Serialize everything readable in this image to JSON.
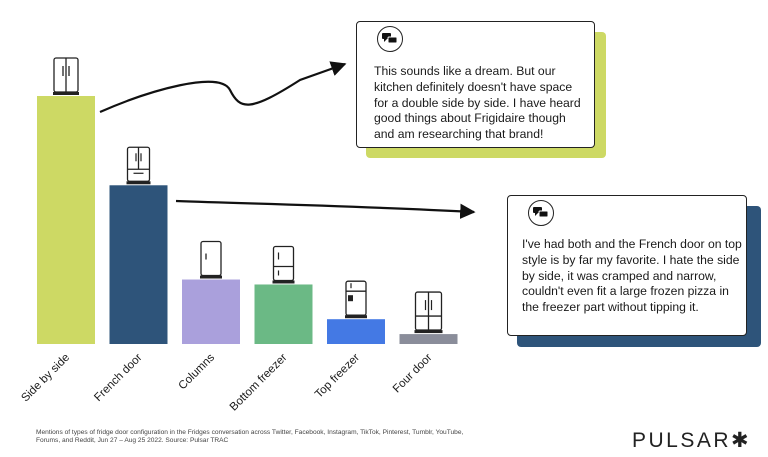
{
  "chart_data": {
    "type": "bar",
    "categories": [
      "Side by side",
      "French door",
      "Columns",
      "Bottom freezer",
      "Top freezer",
      "Four door"
    ],
    "values": [
      100,
      64,
      26,
      24,
      10,
      4
    ],
    "colors": [
      "#cdd964",
      "#2e547a",
      "#aaa0dc",
      "#6bb985",
      "#4479e4",
      "#8a8d9a"
    ],
    "icons": [
      "side-by-side-fridge-icon",
      "french-door-fridge-icon",
      "column-fridge-icon",
      "bottom-freezer-fridge-icon",
      "top-freezer-fridge-icon",
      "four-door-fridge-icon"
    ],
    "ylim": [
      0,
      100
    ],
    "grid": false,
    "title": "",
    "xlabel": "",
    "ylabel": ""
  },
  "quotes": [
    {
      "icon": "chat-bubbles-icon",
      "text": "This sounds like a dream. But our kitchen definitely doesn't have space for a double side by side. I have heard good things about Frigidaire though and am researching that brand!",
      "shadow_color": "#cdd964",
      "linked_category": "Side by side"
    },
    {
      "icon": "chat-bubbles-icon",
      "text": "I've had both and the French door on top style is by far my favorite. I hate the side by side, it was cramped and narrow, couldn't even fit a large frozen pizza in the freezer part without tipping it.",
      "shadow_color": "#2e547a",
      "linked_category": "French door"
    }
  ],
  "footnote": "Mentions of types of fridge door configuration in the Fridges conversation across Twitter, Facebook, Instagram, TikTok, Pinterest, Tumblr, YouTube, Forums, and Reddit, Jun 27 – Aug 25 2022. Source: Pulsar TRAC",
  "brand": "PULSAR✱"
}
